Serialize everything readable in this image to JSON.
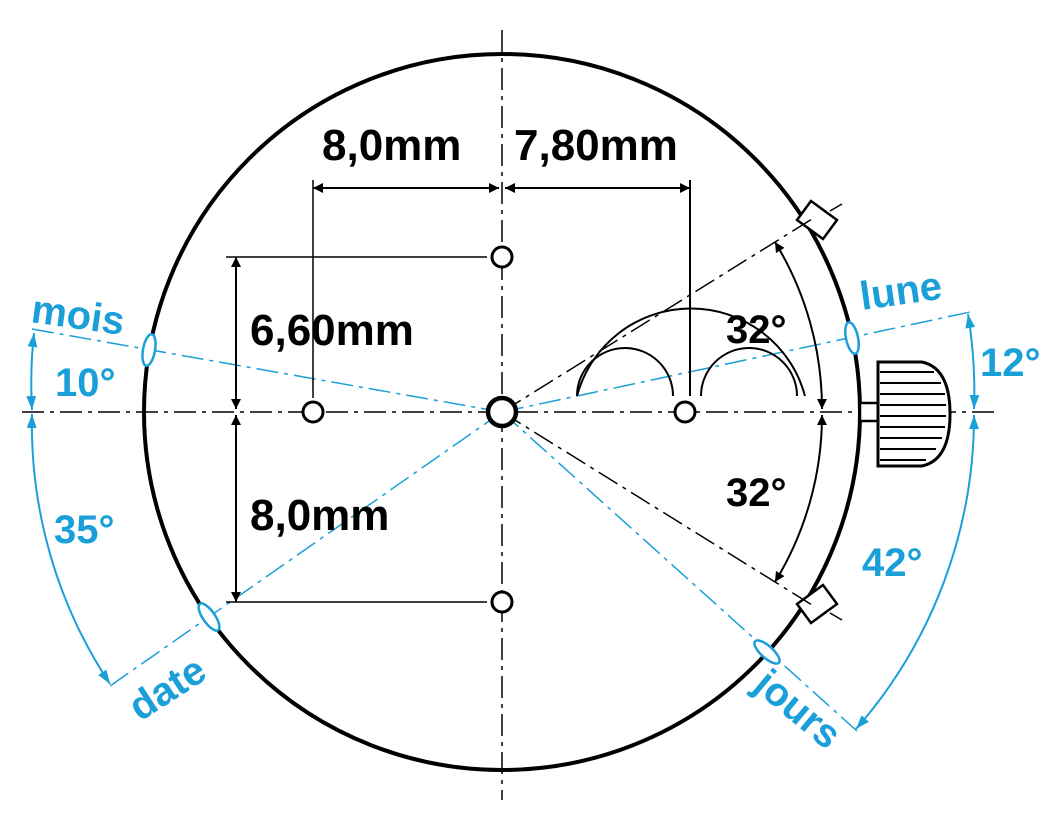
{
  "colors": {
    "ink": "#000000",
    "accent": "#1a9fd8",
    "background": "#ffffff"
  },
  "dimensions": {
    "left_offset": "8,0mm",
    "right_offset": "7,80mm",
    "upper_offset": "6,60mm",
    "lower_offset": "8,0mm"
  },
  "angles": {
    "upper_pusher": "32°",
    "lower_pusher": "32°",
    "mois": "10°",
    "lune": "12°",
    "date": "35°",
    "jours": "42°"
  },
  "indicators": {
    "mois": "mois",
    "lune": "lune",
    "date": "date",
    "jours": "jours"
  },
  "icons": [
    "watch-crown-icon",
    "pusher-icon",
    "moon-phase-aperture-icon"
  ]
}
